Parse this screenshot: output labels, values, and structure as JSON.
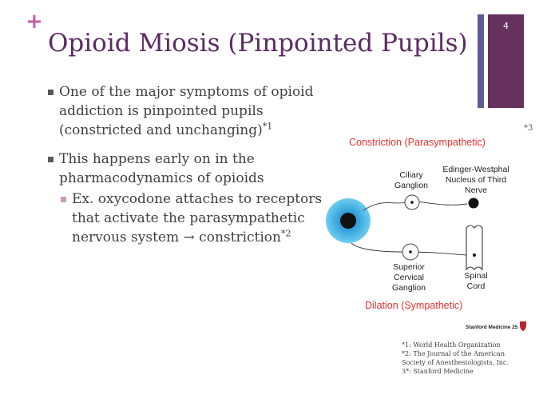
{
  "slide": {
    "plus_sign": "+",
    "title": "Opioid Miosis (Pinpointed Pupils)",
    "page_number": "4"
  },
  "bullets": {
    "b1_text": " One of the major symptoms of opioid addiction is pinpointed pupils (constricted and unchanging)",
    "b1_sup": "*1",
    "b2_text": "This happens early on in the pharmacodynamics of opioids",
    "sub_text": "Ex. oxycodone attaches to receptors that activate the parasympathetic nervous system ",
    "sub_arrow": "→",
    "sub_tail": " constriction",
    "sub_sup": "*2"
  },
  "diagram": {
    "ref_mark": "*3",
    "top_label": "Constriction (Parasympathetic)",
    "ciliary_1": "Ciliary",
    "ciliary_2": "Ganglion",
    "ew_1": "Edinger-Westphal",
    "ew_2": "Nucleus of Third",
    "ew_3": "Nerve",
    "sup_1": "Superior",
    "sup_2": "Cervical",
    "sup_3": "Ganglion",
    "spinal_1": "Spinal",
    "spinal_2": "Cord",
    "bottom_label": "Dilation (Sympathetic)",
    "credit": "Stanford Medicine 25",
    "colors": {
      "red_label": "#e8312e",
      "iris": "#3fb4e6",
      "credit_shield": "#b1262c"
    }
  },
  "references": [
    "*1: World Health Organization",
    "*2: The Journal of the American",
    "Society of Anesthesiologists, Inc.",
    "3*: Stanford Medicine"
  ],
  "theme": {
    "title": "#5b2b63",
    "accent_plus": "#c65ea9",
    "bar_dark": "#66315f",
    "bar_light": "#5f5b98",
    "body": "#404040"
  }
}
